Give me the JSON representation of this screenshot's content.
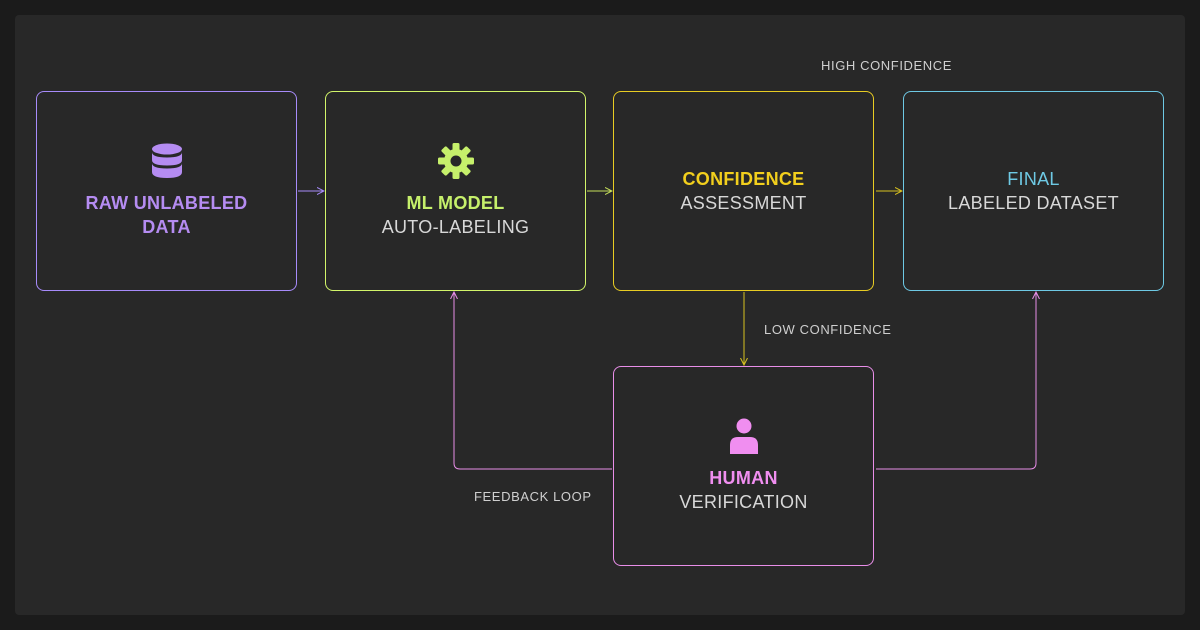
{
  "nodes": {
    "raw": {
      "line1": "RAW UNLABELED",
      "line2": "DATA",
      "icon": "database-icon",
      "color": "#b58cf2"
    },
    "ml": {
      "line1": "ML MODEL",
      "line2": "AUTO-LABELING",
      "icon": "gear-icon",
      "color": "#c6f06b"
    },
    "confidence": {
      "line1": "CONFIDENCE",
      "line2": "ASSESSMENT",
      "color": "#f2cf1d"
    },
    "final": {
      "line1": "FINAL",
      "line2": "LABELED DATASET",
      "color": "#6ec9e4"
    },
    "human": {
      "line1": "HUMAN",
      "line2": "VERIFICATION",
      "icon": "user-icon",
      "color": "#f08ef0"
    }
  },
  "edges": {
    "high": "HIGH CONFIDENCE",
    "low": "LOW CONFIDENCE",
    "feedback": "FEEDBACK LOOP"
  }
}
